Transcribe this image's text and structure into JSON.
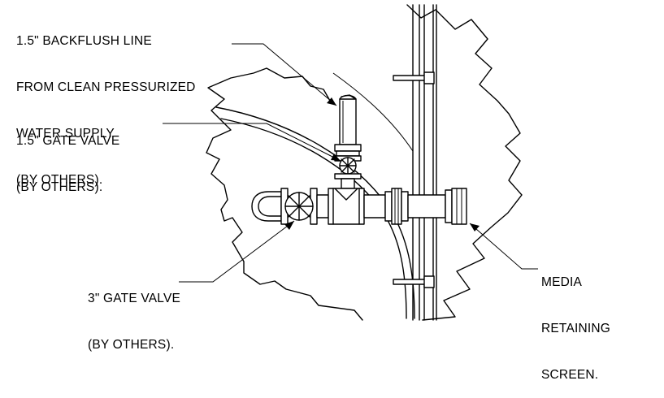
{
  "notes": {
    "backflush_line": [
      "1.5\" BACKFLUSH LINE",
      "FROM CLEAN PRESSURIZED",
      "WATER SUPPLY",
      "(BY OTHERS)."
    ],
    "small_gate_valve": [
      "1.5\" GATE VALVE",
      "(BY OTHERS)."
    ],
    "large_gate_valve": [
      "3\" GATE VALVE",
      "(BY OTHERS)."
    ],
    "retaining_screen": [
      "MEDIA",
      "RETAINING",
      "SCREEN."
    ]
  }
}
